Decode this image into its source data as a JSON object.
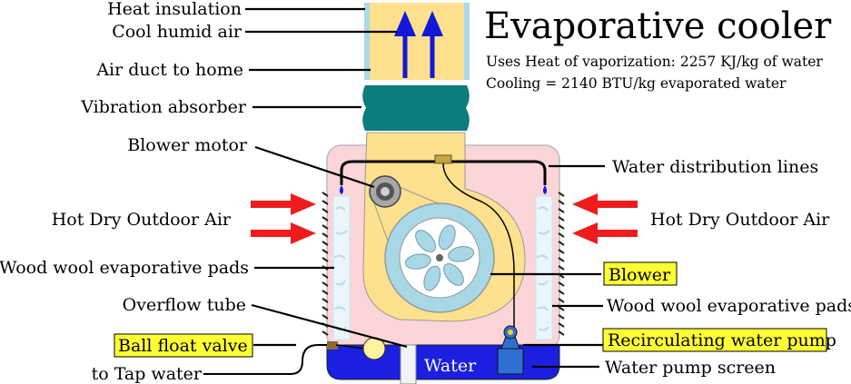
{
  "title": "Evaporative cooler",
  "subtitle_lines": [
    "Uses Heat of vaporization: 2257 KJ/kg of water",
    "Cooling = 2140 BTU/kg evaporated water"
  ],
  "labels": {
    "heat_insulation": "Heat insulation",
    "cool_humid_air": "Cool humid air",
    "air_duct": "Air duct to home",
    "vibration_absorber": "Vibration absorber",
    "blower_motor": "Blower motor",
    "water_distribution": "Water distribution lines",
    "hot_air_left": "Hot Dry Outdoor Air",
    "hot_air_right": "Hot Dry Outdoor Air",
    "pads_left": "Wood wool evaporative pads",
    "pads_right": "Wood wool evaporative pads",
    "blower": "Blower",
    "overflow_tube": "Overflow tube",
    "ball_float_valve": "Ball float valve",
    "recirculating_pump": "Recirculating water pump",
    "to_tap_water": "to Tap water",
    "water_pump_screen": "Water pump screen",
    "water": "Water"
  },
  "colors": {
    "duct_yellow": "#fde18e",
    "insulation_blue": "#aad8ec",
    "absorber_teal": "#0a7d7d",
    "housing_pink": "#fbd5d8",
    "fan_blue": "#a8d8e6",
    "water_blue": "#1a1fe0",
    "arrow_red": "#ee1c1c",
    "highlight_yellow": "#ffff33",
    "pump_blue": "#2e6fd1"
  }
}
